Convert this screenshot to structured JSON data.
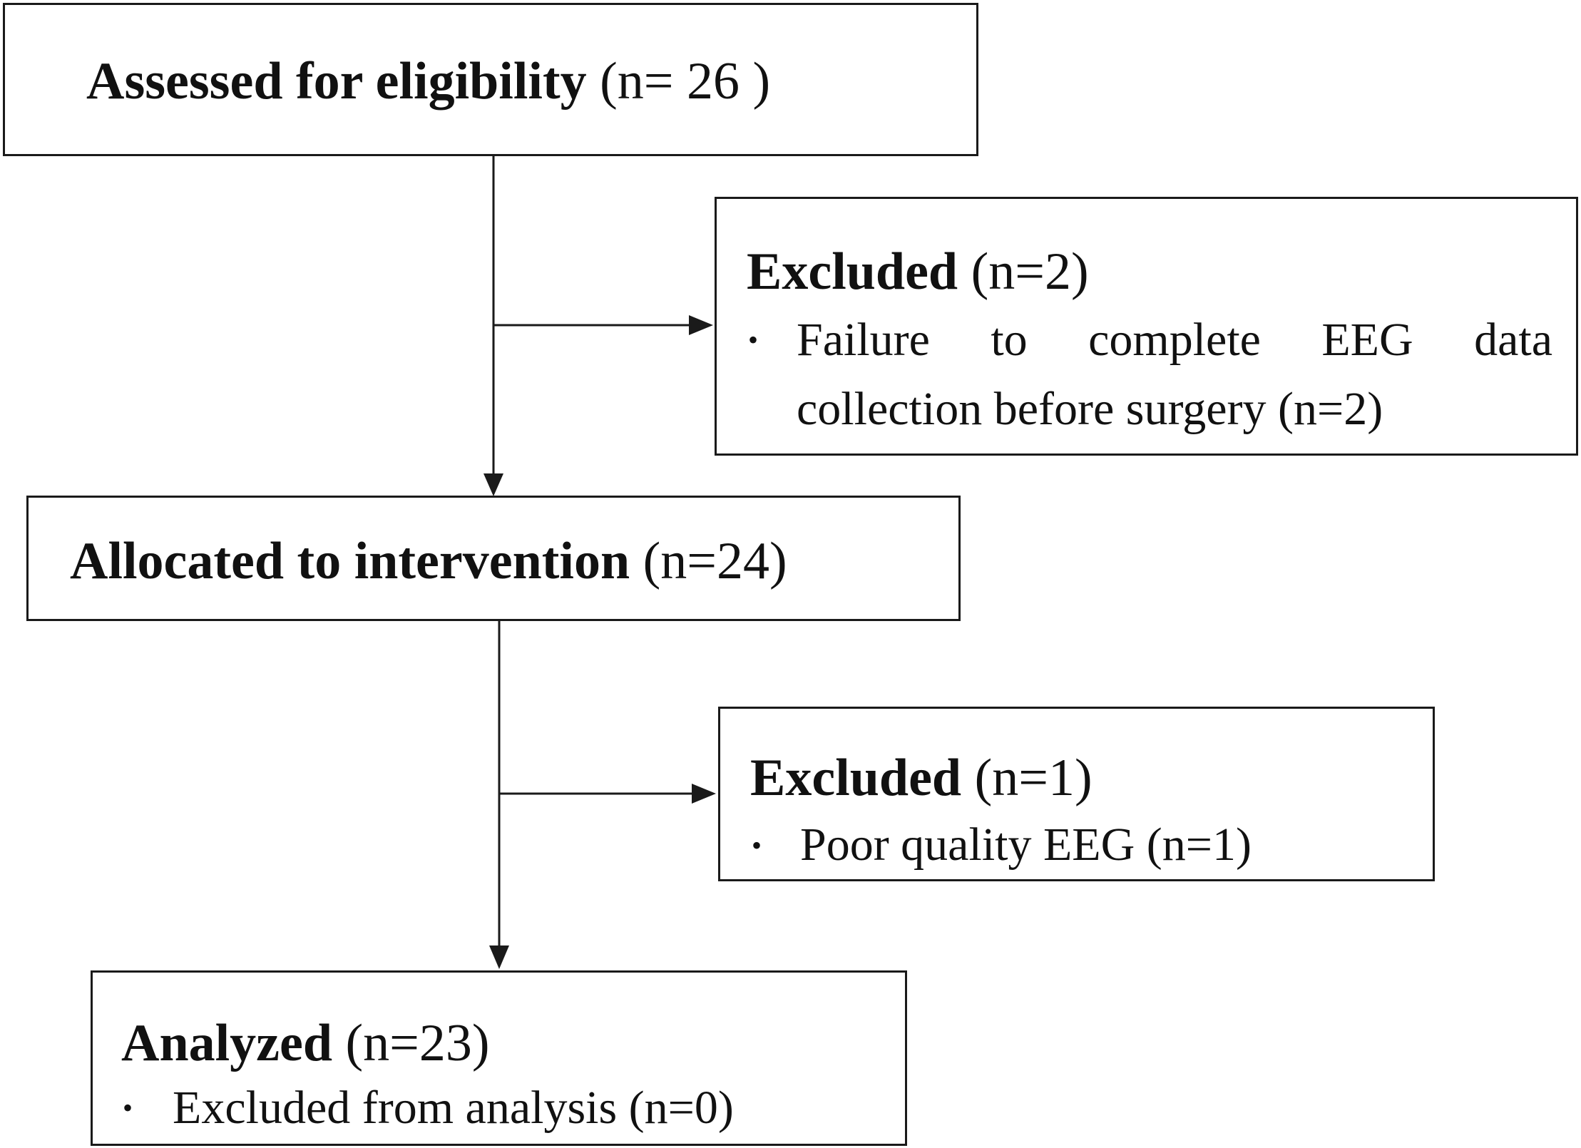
{
  "flowchart": {
    "assessed": {
      "label": "Assessed for eligibility",
      "count": "(n= 26 )"
    },
    "excluded_1": {
      "label": "Excluded",
      "count": "(n=2)",
      "item_line1": "Failure to complete EEG data",
      "item_line2": "collection before surgery  (n=2)"
    },
    "allocated": {
      "label": "Allocated to intervention",
      "count": "(n=24)"
    },
    "excluded_2": {
      "label": "Excluded",
      "count": "(n=1)",
      "item_line1": "Poor quality EEG (n=1)"
    },
    "analyzed": {
      "label": "Analyzed",
      "count": "(n=23)",
      "item_line1": "Excluded from analysis (n=0)"
    },
    "bullet_symbol": "•"
  },
  "colors": {
    "line": "#1a1a1a",
    "text": "#111111",
    "background": "#ffffff"
  }
}
